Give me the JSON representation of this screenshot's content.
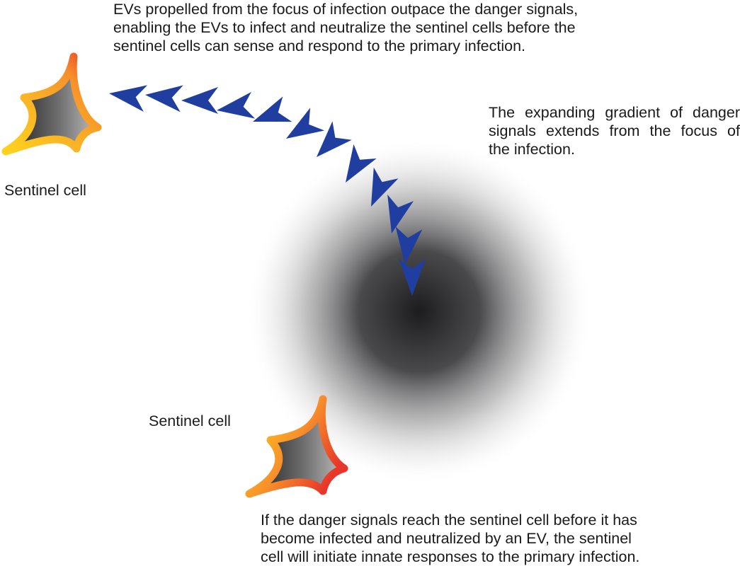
{
  "texts": {
    "top_caption_lines": [
      "EVs propelled from the focus of infection outpace the danger signals,",
      "enabling the EVs to infect and neutralize the sentinel cells before the",
      "sentinel cells can sense and respond to the primary infection."
    ],
    "gradient_caption_lines": [
      "The expanding gradient of danger",
      "signals extends from the focus of",
      "the infection."
    ],
    "bottom_caption_lines": [
      "If the danger signals reach the sentinel cell before it has",
      "become infected and neutralized by an EV, the sentinel",
      "cell will initiate innate responses to the primary infection."
    ],
    "sentinel_label_top": "Sentinel cell",
    "sentinel_label_bottom": "Sentinel cell"
  },
  "colors": {
    "ev_arrow": "#1f3ea0",
    "gradient_core": "#1c1c1e",
    "cell_outline_start": "#ffd21e",
    "cell_outline_mid": "#f7902a",
    "cell_outline_end": "#e8362a",
    "cell_body_dark": "#1a1a1a",
    "cell_body_light": "#b8b8b8"
  },
  "icons": {
    "ev": "arrowhead-icon",
    "sentinel_cell": "sentinel-cell-icon"
  }
}
